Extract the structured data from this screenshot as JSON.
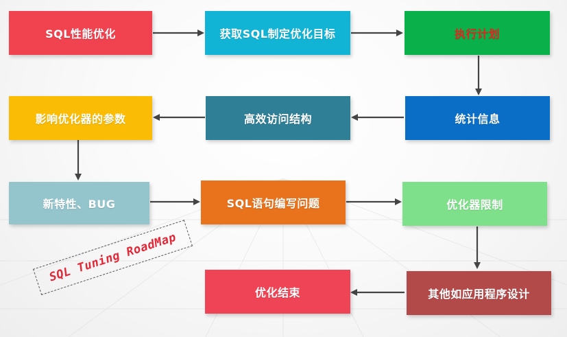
{
  "nodes": {
    "sql_perf_opt": {
      "label": "SQL性能优化",
      "color": "#f0424f",
      "text_color": "#ffffff"
    },
    "get_goal": {
      "label": "获取SQL制定优化目标",
      "color": "#12b4d6",
      "text_color": "#ffffff"
    },
    "exec_plan": {
      "label": "执行计划",
      "color": "#0ab14a",
      "text_color": "#e8231f"
    },
    "stats": {
      "label": "统计信息",
      "color": "#0b6ec6",
      "text_color": "#ffffff"
    },
    "access_struct": {
      "label": "高效访问结构",
      "color": "#2f7f97",
      "text_color": "#ffffff"
    },
    "optimizer_params": {
      "label": "影响优化器的参数",
      "color": "#fbbc05",
      "text_color": "#ffffff"
    },
    "new_features": {
      "label": "新特性、BUG",
      "color": "#94c4cc",
      "text_color": "#ffffff"
    },
    "sql_writing": {
      "label": "SQL语句编写问题",
      "color": "#e8731c",
      "text_color": "#ffffff"
    },
    "optimizer_limits": {
      "label": "优化器限制",
      "color": "#7ee08a",
      "text_color": "#ffffff"
    },
    "app_design": {
      "label": "其他如应用程序设计",
      "color": "#b34a4a",
      "text_color": "#ffffff"
    },
    "opt_end": {
      "label": "优化结束",
      "color": "#ef4455",
      "text_color": "#ffffff"
    }
  },
  "stamp": {
    "text": "SQL Tuning RoadMap",
    "text_color": "#e32636"
  },
  "arrow_color": "#444444"
}
